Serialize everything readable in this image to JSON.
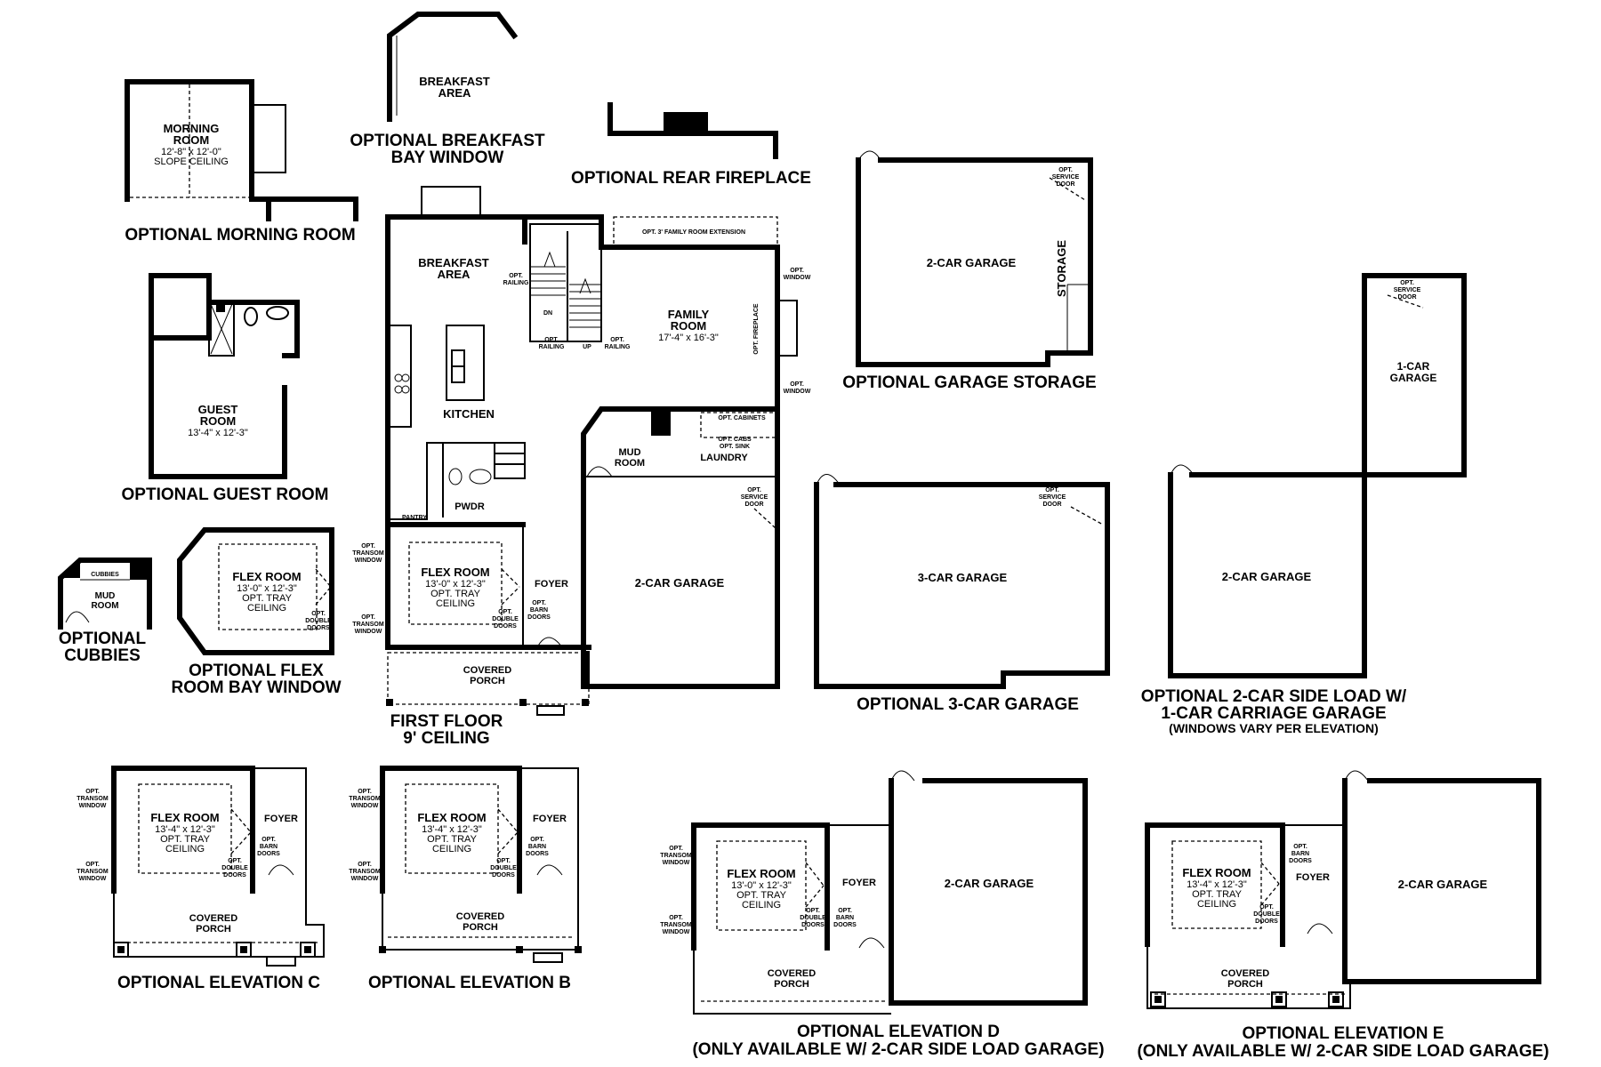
{
  "captions": {
    "morning_room": "OPTIONAL MORNING ROOM",
    "breakfast_bay_1": "OPTIONAL BREAKFAST",
    "breakfast_bay_2": "BAY WINDOW",
    "rear_fireplace": "OPTIONAL REAR FIREPLACE",
    "garage_storage": "OPTIONAL GARAGE STORAGE",
    "guest_room": "OPTIONAL GUEST ROOM",
    "cubbies_1": "OPTIONAL",
    "cubbies_2": "CUBBIES",
    "flex_bay_1": "OPTIONAL FLEX",
    "flex_bay_2": "ROOM BAY WINDOW",
    "first_floor_1": "FIRST FLOOR",
    "first_floor_2": "9' CEILING",
    "three_car": "OPTIONAL 3-CAR GARAGE",
    "side_load_1": "OPTIONAL 2-CAR SIDE LOAD W/",
    "side_load_2": "1-CAR CARRIAGE GARAGE",
    "side_load_3": "(WINDOWS VARY PER ELEVATION)",
    "elev_c": "OPTIONAL ELEVATION C",
    "elev_b": "OPTIONAL ELEVATION B",
    "elev_d_1": "OPTIONAL ELEVATION D",
    "elev_d_2": "(ONLY AVAILABLE W/ 2-CAR SIDE LOAD GARAGE)",
    "elev_e_1": "OPTIONAL ELEVATION E",
    "elev_e_2": "(ONLY AVAILABLE W/ 2-CAR SIDE LOAD GARAGE)"
  },
  "rooms": {
    "morning_room": "MORNING",
    "morning_room_2": "ROOM",
    "morning_dim": "12'-8\" x 12'-0\"",
    "morning_slope": "SLOPE CEILING",
    "breakfast_area": "BREAKFAST",
    "area": "AREA",
    "family_room": "FAMILY",
    "room": "ROOM",
    "family_dim": "17'-4\" x 16'-3\"",
    "kitchen": "KITCHEN",
    "mud_room": "MUD",
    "laundry": "LAUNDRY",
    "pantry": "PANTRY",
    "pwdr": "PWDR",
    "flex_room": "FLEX ROOM",
    "flex_dim_a": "13'-0\" x 12'-3\"",
    "flex_dim_b": "13'-4\" x 12'-3\"",
    "opt_tray": "OPT. TRAY",
    "ceiling": "CEILING",
    "foyer": "FOYER",
    "covered": "COVERED",
    "porch": "PORCH",
    "two_car_garage": "2-CAR GARAGE",
    "three_car_garage": "3-CAR GARAGE",
    "one_car": "1-CAR",
    "garage": "GARAGE",
    "storage": "STORAGE",
    "guest": "GUEST",
    "guest_dim": "13'-4\" x 12'-3\"",
    "cubbies": "CUBBIES"
  },
  "notes": {
    "family_ext": "OPT. 3' FAMILY ROOM EXTENSION",
    "opt": "OPT.",
    "window": "WINDOW",
    "transom": "TRANSOM",
    "fireplace": "OPT. FIREPLACE",
    "railing": "RAILING",
    "dn": "DN",
    "up": "UP",
    "service": "SERVICE",
    "door": "DOOR",
    "double": "DOUBLE",
    "doors": "DOORS",
    "barn": "BARN",
    "opt_cabinets": "OPT. CABINETS",
    "opt_cabs": "OPT. CABS",
    "opt_sink": "OPT. SINK"
  }
}
